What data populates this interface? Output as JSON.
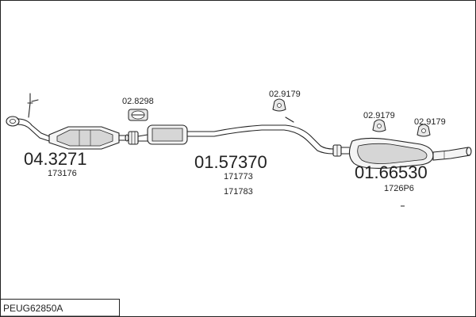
{
  "part_code": "PEUG62850A",
  "groups": [
    {
      "number": "04.3271",
      "refs": [
        "173176"
      ]
    },
    {
      "number": "01.57370",
      "refs": [
        "171773",
        "171783"
      ]
    },
    {
      "number": "01.66530",
      "refs": [
        "1726P6"
      ]
    }
  ],
  "fittings": [
    {
      "number": "02.8298"
    },
    {
      "number": "02.9179"
    },
    {
      "number": "02.9179"
    },
    {
      "number": "02.9179"
    }
  ],
  "colors": {
    "line": "#222222",
    "background": "#ffffff"
  }
}
